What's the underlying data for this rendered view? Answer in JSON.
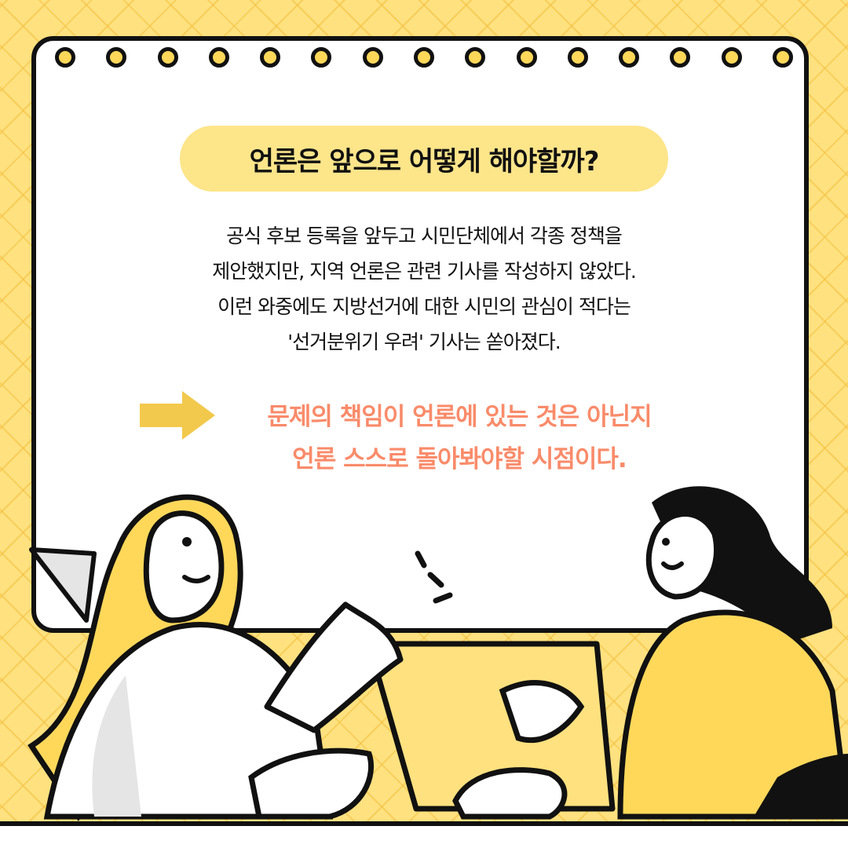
{
  "title": "언론은 앞으로 어떻게 해야할까?",
  "body_lines": [
    "공식 후보 등록을 앞두고 시민단체에서 각종 정책을",
    "제안했지만, 지역 언론은 관련 기사를 작성하지 않았다.",
    "이런 와중에도 지방선거에 대한 시민의 관심이 적다는",
    "'선거분위기 우려' 기사는 쏟아졌다."
  ],
  "highlight_lines": [
    "문제의 책임이 언론에 있는 것은 아닌지",
    "언론 스스로 돌아봐야할 시점이다."
  ],
  "colors": {
    "background": "#FFE17F",
    "pill": "#FDE58A",
    "highlight": "#F98B6A",
    "arrow": "#F2C94C"
  }
}
